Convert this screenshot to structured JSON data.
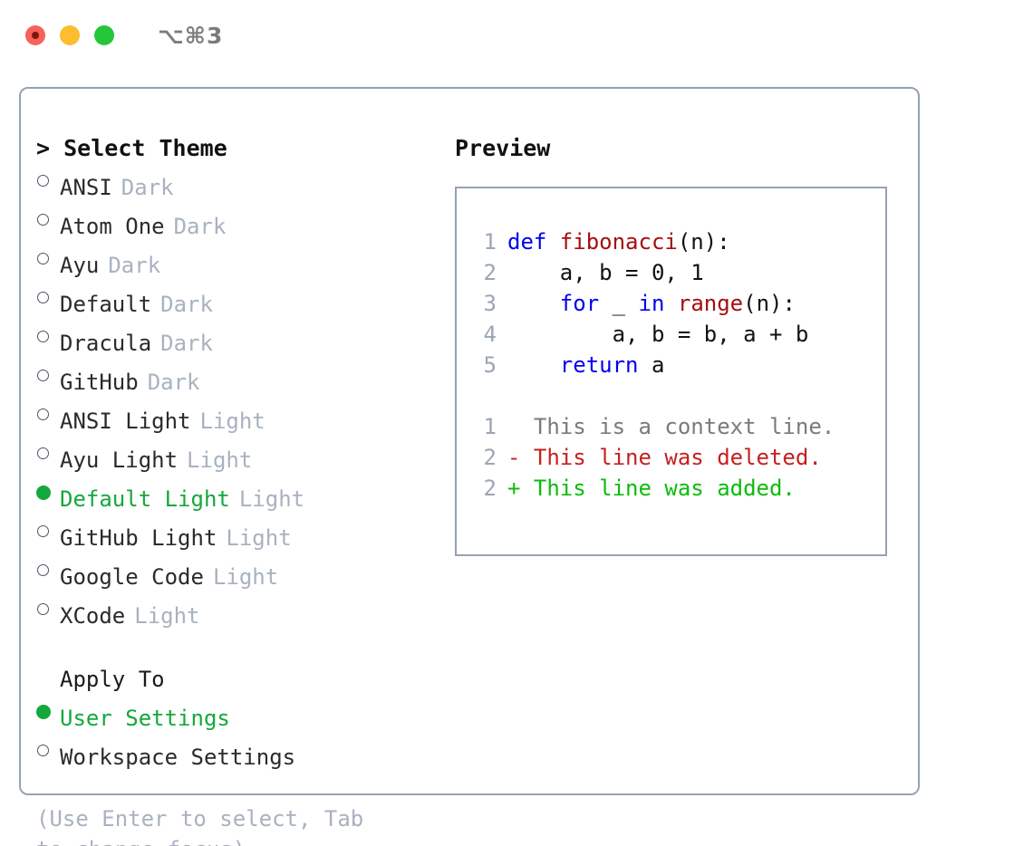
{
  "titlebar": {
    "shortcut": "⌥⌘3",
    "buttons": [
      {
        "name": "close",
        "color": "#fa6158"
      },
      {
        "name": "minimize",
        "color": "#fcbd2e"
      },
      {
        "name": "zoom",
        "color": "#25c63a"
      }
    ]
  },
  "theme_list": {
    "prompt": ">",
    "title": "Select Theme",
    "items": [
      {
        "marker": "o",
        "label": "ANSI",
        "tag": "Dark",
        "selected": false
      },
      {
        "marker": "o",
        "label": "Atom One",
        "tag": "Dark",
        "selected": false
      },
      {
        "marker": "o",
        "label": "Ayu",
        "tag": "Dark",
        "selected": false
      },
      {
        "marker": "o",
        "label": "Default",
        "tag": "Dark",
        "selected": false
      },
      {
        "marker": "o",
        "label": "Dracula",
        "tag": "Dark",
        "selected": false
      },
      {
        "marker": "o",
        "label": "GitHub",
        "tag": "Dark",
        "selected": false
      },
      {
        "marker": "o",
        "label": "ANSI Light",
        "tag": "Light",
        "selected": false
      },
      {
        "marker": "o",
        "label": "Ayu Light",
        "tag": "Light",
        "selected": false
      },
      {
        "marker": "●",
        "label": "Default Light",
        "tag": "Light",
        "selected": true
      },
      {
        "marker": "o",
        "label": "GitHub Light",
        "tag": "Light",
        "selected": false
      },
      {
        "marker": "o",
        "label": "Google Code",
        "tag": "Light",
        "selected": false
      },
      {
        "marker": "o",
        "label": "XCode",
        "tag": "Light",
        "selected": false
      }
    ]
  },
  "apply_to": {
    "heading": "Apply To",
    "options": [
      {
        "marker": "●",
        "label": "User Settings",
        "selected": true
      },
      {
        "marker": "o",
        "label": "Workspace Settings",
        "selected": false
      }
    ]
  },
  "hint": "(Use Enter to select, Tab to change focus)",
  "preview": {
    "heading": "Preview",
    "code_lines": [
      {
        "no": "1",
        "tokens": [
          {
            "t": "def ",
            "c": "kw"
          },
          {
            "t": "fibonacci",
            "c": "fn"
          },
          {
            "t": "(n):",
            "c": "pl"
          }
        ]
      },
      {
        "no": "2",
        "tokens": [
          {
            "t": "    a, b = 0, 1",
            "c": "pl"
          }
        ]
      },
      {
        "no": "3",
        "tokens": [
          {
            "t": "    ",
            "c": "pl"
          },
          {
            "t": "for",
            "c": "kw"
          },
          {
            "t": " _ ",
            "c": "pl"
          },
          {
            "t": "in",
            "c": "kw"
          },
          {
            "t": " ",
            "c": "pl"
          },
          {
            "t": "range",
            "c": "fn"
          },
          {
            "t": "(n):",
            "c": "pl"
          }
        ]
      },
      {
        "no": "4",
        "tokens": [
          {
            "t": "        a, b = b, a + b",
            "c": "pl"
          }
        ]
      },
      {
        "no": "5",
        "tokens": [
          {
            "t": "    ",
            "c": "pl"
          },
          {
            "t": "return",
            "c": "kw"
          },
          {
            "t": " a",
            "c": "pl"
          }
        ]
      }
    ],
    "diff_lines": [
      {
        "no": "1",
        "text": "  This is a context line.",
        "kind": "context"
      },
      {
        "no": "2",
        "text": "- This line was deleted.",
        "kind": "deleted"
      },
      {
        "no": "2",
        "text": "+ This line was added.",
        "kind": "added"
      }
    ]
  },
  "colors": {
    "accent_green": "#14a83c",
    "diff_add_green": "#0cbc0c",
    "diff_del_red": "#c52020",
    "keyword_blue": "#0000ee",
    "function_red": "#a50f0f",
    "muted_gray": "#a8b2c0",
    "border": "#95a2b3"
  }
}
